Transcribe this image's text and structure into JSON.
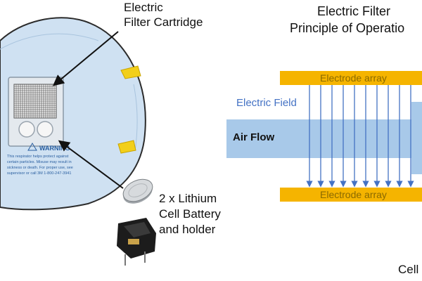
{
  "cartridge_label": {
    "line1": "Electric",
    "line2": "Filter Cartridge"
  },
  "battery_label": {
    "line1": "2 x Lithium",
    "line2": "Cell Battery",
    "line3": "and holder"
  },
  "title": {
    "line1": "Electric Filter",
    "line2": "Principle of Operatio"
  },
  "electrode_top": "Electrode array",
  "electrode_bottom": "Electrode array",
  "electric_field": "Electric Field",
  "air_flow": "Air Flow",
  "footer": "Cell",
  "mask_text": {
    "warning": "WARNING",
    "line1": "This respirator helps protect against",
    "line2": "certain particles. Misuse may result in",
    "line3": "sickness or death. For proper use, see",
    "line4": "supervisor or call 3M 1-800-247-3941"
  },
  "colors": {
    "mask": "#cfe1f2",
    "strap": "#f2cf1a",
    "electrode": "#f5b400",
    "electrode_text": "#8a6a00",
    "airflow": "#9fc3e7",
    "field": "#4472c4"
  }
}
